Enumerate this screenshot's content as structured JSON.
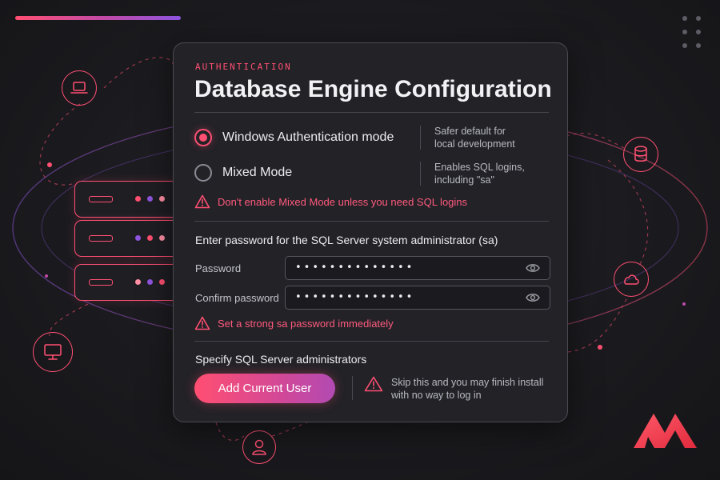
{
  "card": {
    "eyebrow": "AUTHENTICATION",
    "title": "Database Engine Configuration",
    "auth_modes": [
      {
        "label": "Windows Authentication mode",
        "selected": true,
        "note_line1": "Safer default for",
        "note_line2": "local development"
      },
      {
        "label": "Mixed Mode",
        "selected": false,
        "note_line1": "Enables SQL logins,",
        "note_line2": "including \"sa\""
      }
    ],
    "mixed_mode_warning": "Don't enable Mixed Mode unless you need SQL logins",
    "sa_section_label": "Enter password for the SQL Server system administrator (sa)",
    "password_label": "Password",
    "password_mask": "••••••••••••••",
    "confirm_label": "Confirm password",
    "confirm_mask": "••••••••••••••",
    "password_warning": "Set a strong sa password immediately",
    "admins_label": "Specify SQL Server administrators",
    "add_user_button": "Add Current User",
    "skip_warning_line1": "Skip this and you may finish install",
    "skip_warning_line2": "with no way to log in"
  },
  "colors": {
    "accent": "#ff4f72",
    "accent_purple": "#8e55e0",
    "card_bg": "#222227",
    "page_bg": "#1b1b1f"
  },
  "icons": [
    "laptop-icon",
    "database-icon",
    "cloud-icon",
    "monitor-icon",
    "user-icon",
    "eye-icon",
    "warning-icon",
    "logo-mark",
    "dot-grid-icon"
  ]
}
